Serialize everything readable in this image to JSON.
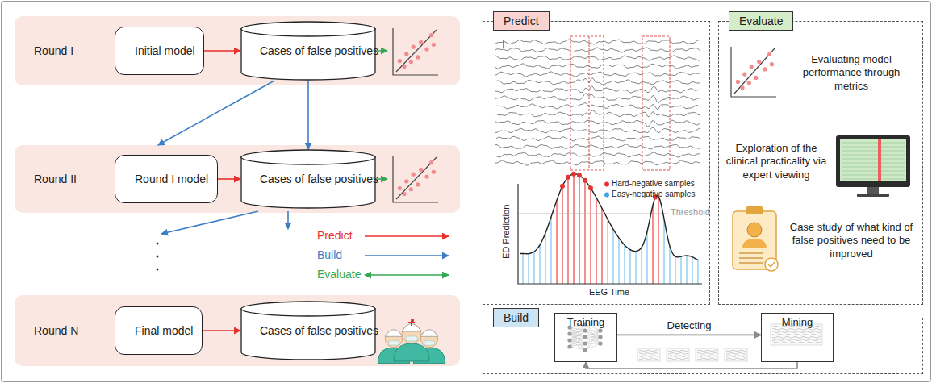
{
  "diagram": {
    "nodes": [
      {
        "text": [
          "Round I"
        ]
      },
      {
        "text": [
          "Initial model"
        ],
        "in": 0
      },
      {
        "text": [
          "Cases of false positives"
        ],
        "in": 0
      },
      {
        "text": [
          "Round II"
        ]
      },
      {
        "text": [
          "Round I model"
        ],
        "in": 3
      },
      {
        "text": [
          "Cases of false positives"
        ],
        "in": 3
      },
      {
        "text": [
          "Round N"
        ]
      },
      {
        "text": [
          "Final model"
        ],
        "in": 6
      },
      {
        "text": [
          "Cases of false positives"
        ],
        "in": 6
      },
      {
        "text": [
          "Predict"
        ]
      },
      {
        "text": [
          "Evaluate"
        ]
      },
      {
        "text": [
          "Build"
        ]
      },
      {
        "text": [
          "Training"
        ],
        "in": 11
      },
      {
        "text": [
          "Mining"
        ],
        "in": 11
      }
    ],
    "edges": [
      {
        "from": 1,
        "to": 2,
        "arrow": "to"
      },
      {
        "from": 2,
        "to": 3,
        "arrow": "to"
      },
      {
        "from": 2,
        "to": 5,
        "arrow": "to"
      },
      {
        "from": 4,
        "to": 5,
        "arrow": "to"
      },
      {
        "from": 7,
        "to": 8,
        "arrow": "to"
      },
      {
        "from": 12,
        "to": 13,
        "label": "Detecting",
        "arrow": "to"
      },
      {
        "from": 13,
        "to": 12,
        "arrow": "to"
      }
    ],
    "labels": [
      "IED Prediction",
      "EEG Time",
      "Threshold",
      "Evaluating model performance through metrics",
      "Exploration of the clinical practicality via expert viewing",
      "Case study of what kind of false positives need to be improved"
    ],
    "legend": [
      {
        "text": "Predict"
      },
      {
        "text": "Build"
      },
      {
        "text": "Evaluate"
      },
      {
        "text": "Hard-negative samples",
        "color": "#e8312e"
      },
      {
        "text": "Easy-negative samples",
        "color": "#3aa6e0"
      }
    ]
  }
}
